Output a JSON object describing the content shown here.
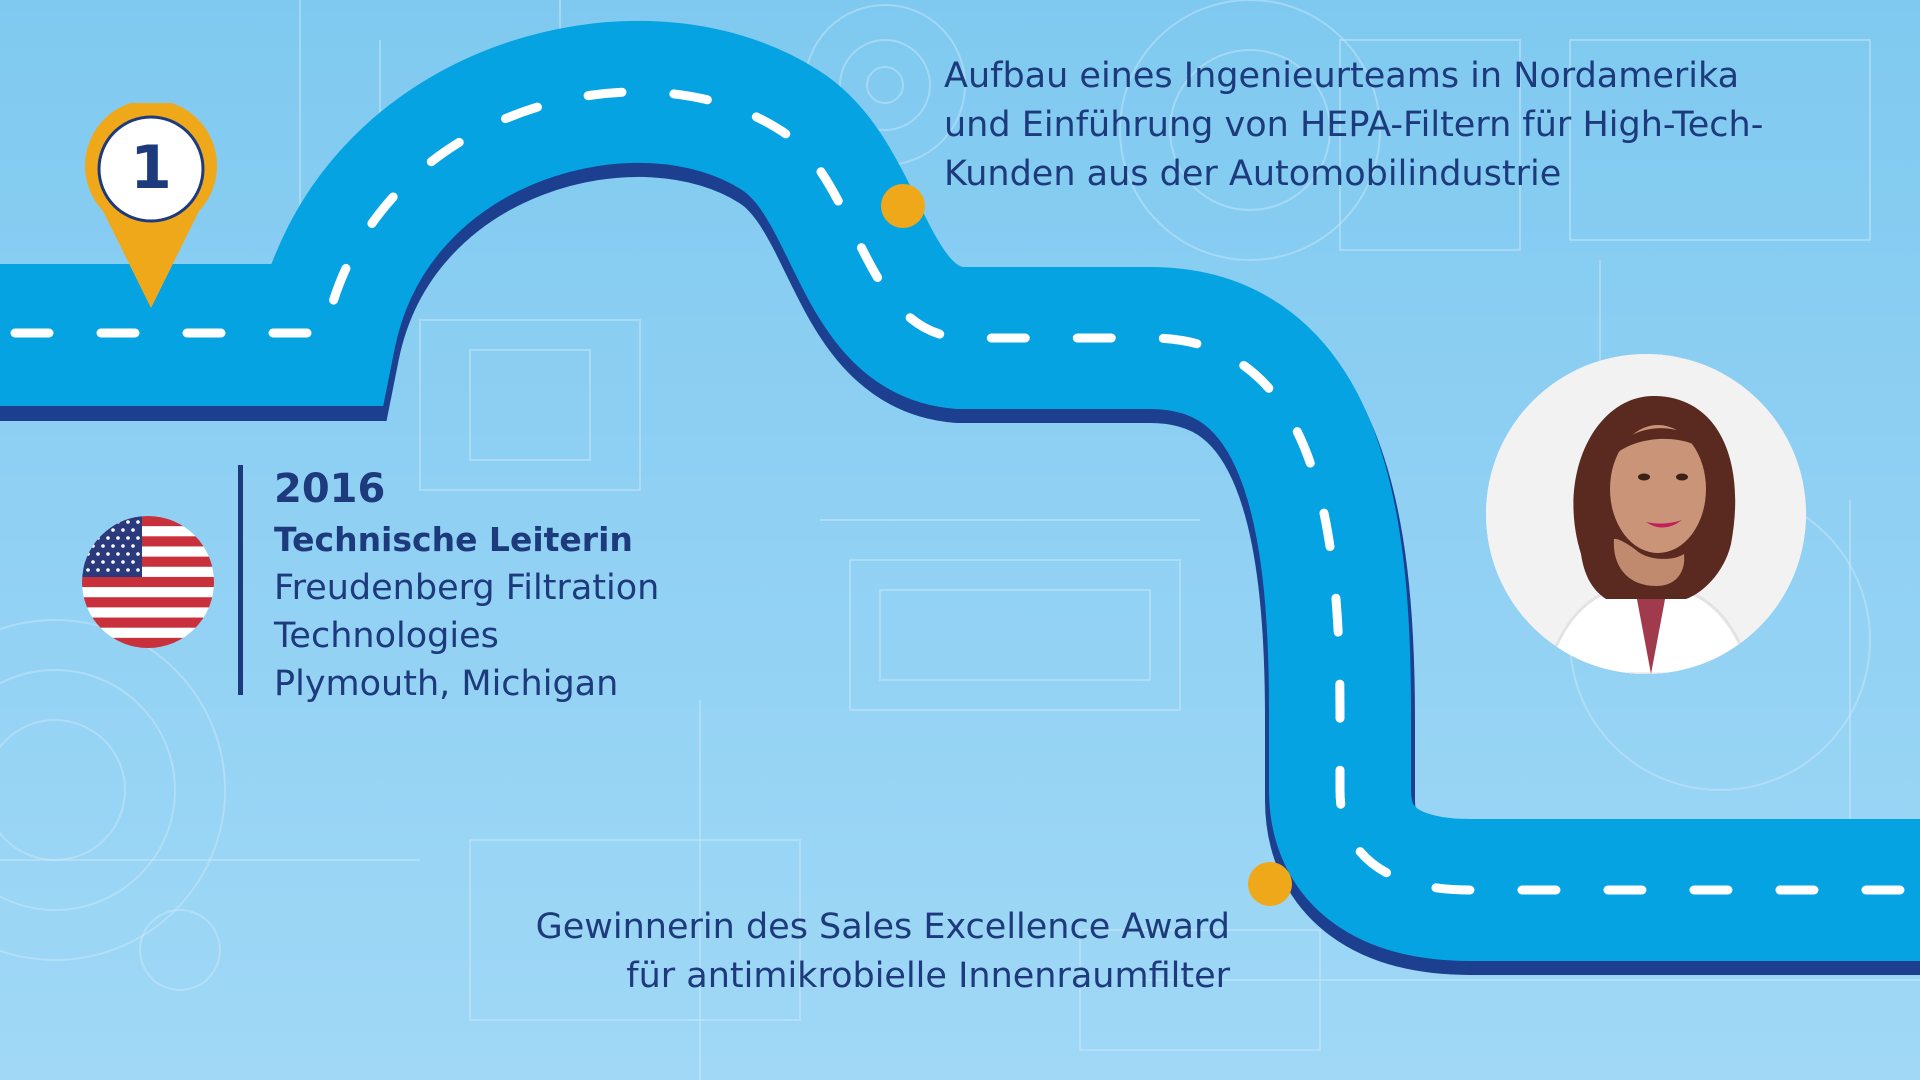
{
  "colors": {
    "background": "#8fd0f3",
    "road": "#06a3e2",
    "road_edge": "#1d3f8f",
    "text": "#1d3a7c",
    "marker": "#f0a81b"
  },
  "milestone": {
    "number": "1",
    "year": "2016",
    "role": "Technische Leiterin",
    "company_lines": [
      "Freudenberg Filtration",
      "Technologies",
      "Plymouth, Michigan"
    ],
    "flag_icon": "usa-flag-icon"
  },
  "events": [
    {
      "lines": [
        "Aufbau eines Ingenieurteams in Nordamerika",
        "und Einführung von HEPA-Filtern für High-Tech-",
        "Kunden aus der Automobilindustrie"
      ]
    },
    {
      "lines": [
        "Gewinnerin des Sales Excellence Award",
        "für antimikrobielle Innenraumfilter"
      ]
    }
  ],
  "photo_icon": "portrait-photo"
}
